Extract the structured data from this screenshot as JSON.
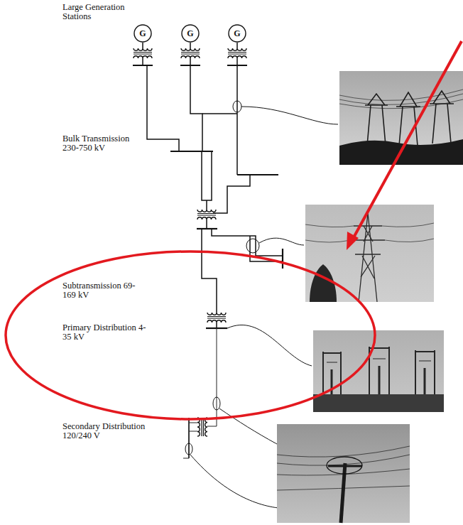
{
  "diagram": {
    "nodes": [
      {
        "text": [
          "G"
        ]
      },
      {
        "text": [
          "G"
        ]
      },
      {
        "text": [
          "G"
        ]
      }
    ],
    "labels": [
      "Large Generation Stations",
      "Bulk Transmission 230-750 kV",
      "Subtransmission 69-169 kV",
      "Primary Distribution 4-35 kV",
      "Secondary Distribution 120/240 V"
    ]
  }
}
